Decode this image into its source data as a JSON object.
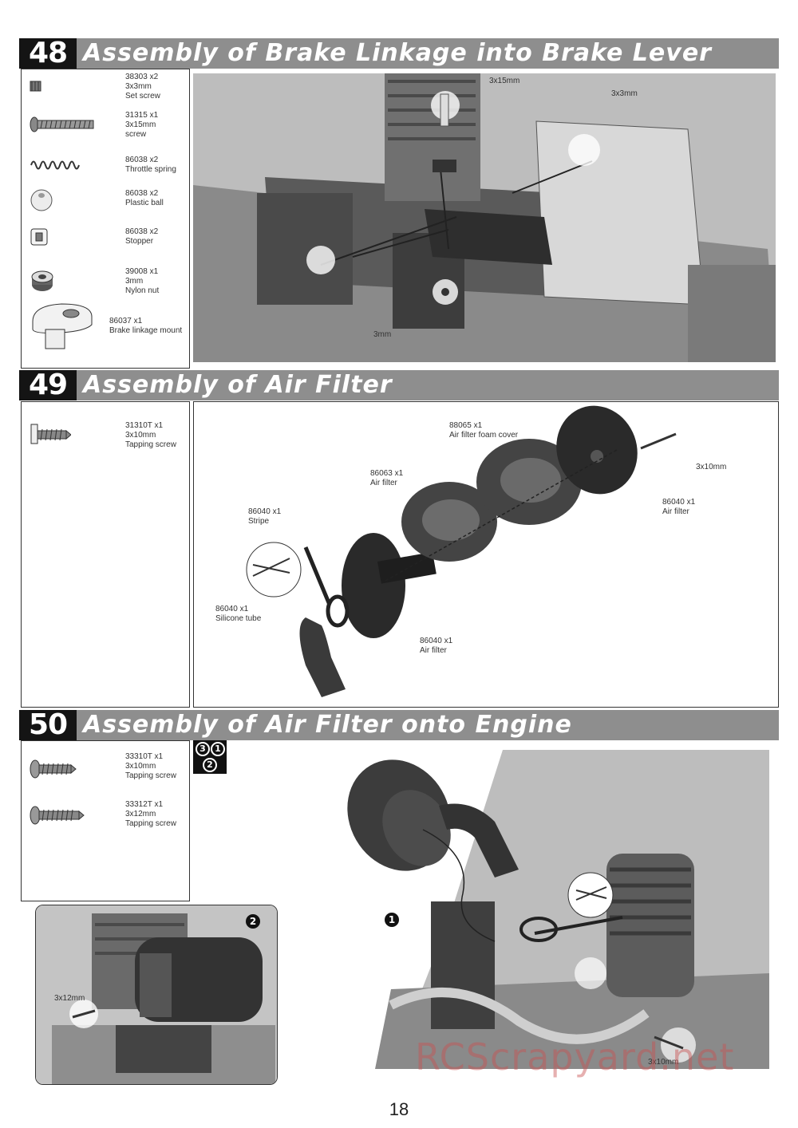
{
  "steps": [
    {
      "number": "48",
      "title": "Assembly of Brake Linkage into Brake Lever",
      "parts": [
        {
          "code": "38303  x2",
          "size": "3x3mm",
          "name": "Set screw",
          "icon": "set-screw-icon"
        },
        {
          "code": "31315  x1",
          "size": "3x15mm",
          "name": "screw",
          "icon": "screw-icon"
        },
        {
          "code": "86038  x2",
          "name": "Throttle spring",
          "icon": "spring-icon"
        },
        {
          "code": "86038  x2",
          "name": "Plastic ball",
          "icon": "plastic-ball-icon"
        },
        {
          "code": "86038  x2",
          "name": "Stopper",
          "icon": "stopper-icon"
        },
        {
          "code": "39008  x1",
          "size": "3mm",
          "name": "Nylon nut",
          "icon": "nylon-nut-icon"
        },
        {
          "code": "86037  x1",
          "name": "Brake linkage mount",
          "icon": "brake-linkage-mount-icon"
        }
      ],
      "callouts": [
        "3x15mm",
        "3x3mm",
        "3mm"
      ]
    },
    {
      "number": "49",
      "title": "Assembly of Air Filter",
      "parts": [
        {
          "code": "31310T  x1",
          "size": "3x10mm",
          "name": "Tapping screw",
          "icon": "tapping-screw-icon"
        }
      ],
      "callouts": [
        {
          "code": "88065  x1",
          "name": "Air filter foam cover"
        },
        {
          "code": "86063  x1",
          "name": "Air filter"
        },
        {
          "code": "86040  x1",
          "name": "Stripe"
        },
        {
          "code": "86040  x1",
          "name": "Silicone tube"
        },
        {
          "code": "86040  x1",
          "name": "Air filter"
        },
        {
          "code": "86040  x1",
          "name": "Air filter"
        },
        {
          "size": "3x10mm"
        }
      ]
    },
    {
      "number": "50",
      "title": "Assembly of Air Filter onto Engine",
      "parts": [
        {
          "code": "33310T  x1",
          "size": "3x10mm",
          "name": "Tapping screw",
          "icon": "tapping-screw-icon"
        },
        {
          "code": "33312T  x1",
          "size": "3x12mm",
          "name": "Tapping screw",
          "icon": "tapping-screw-icon"
        }
      ],
      "order_badges": [
        "3",
        "1",
        "2"
      ],
      "markers": [
        "1",
        "2"
      ],
      "callouts": [
        "3x12mm",
        "3x10mm"
      ]
    }
  ],
  "watermark": "RCScrapyard.net",
  "page_number": "18"
}
